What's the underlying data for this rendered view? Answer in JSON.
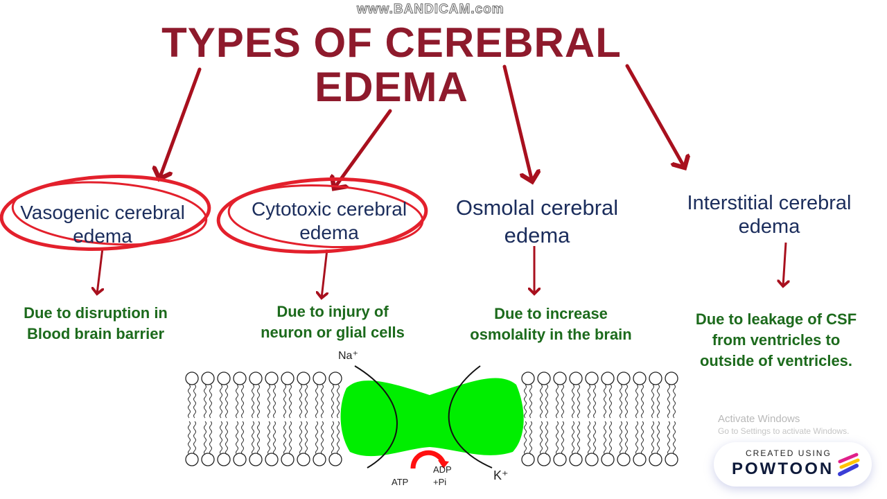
{
  "watermark": "www.BANDICAM.com",
  "title_line1": "TYPES OF CEREBRAL",
  "title_line2": "EDEMA",
  "types": [
    {
      "line1": "Vasogenic cerebral",
      "line2": "edema",
      "desc1": "Due to disruption in",
      "desc2": "Blood brain barrier"
    },
    {
      "line1": "Cytotoxic cerebral",
      "line2": "edema",
      "desc1": "Due to injury of",
      "desc2": "neuron or glial cells"
    },
    {
      "line1": "Osmolal cerebral",
      "line2": "edema",
      "desc1": "Due to increase",
      "desc2": "osmolality in the brain"
    },
    {
      "line1": "Interstitial cerebral",
      "line2": "edema",
      "desc1": "Due to leakage of CSF",
      "desc2": "from ventricles to",
      "desc3": "outside of ventricles."
    }
  ],
  "diagram": {
    "na": "Na⁺",
    "k": "K⁺",
    "atp": "ATP",
    "adp": "ADP",
    "pi": "+Pi"
  },
  "windows": {
    "line1": "Activate Windows",
    "line2": "Go to Settings to activate Windows."
  },
  "powtoon": {
    "created": "CREATED USING",
    "brand": "POWTOON"
  },
  "colors": {
    "title": "#8e1a2c",
    "heading": "#1b2d5c",
    "desc": "#1c6a1c",
    "arrow": "#a8101e",
    "circle": "#e3202c",
    "pump": "#00ee00"
  }
}
